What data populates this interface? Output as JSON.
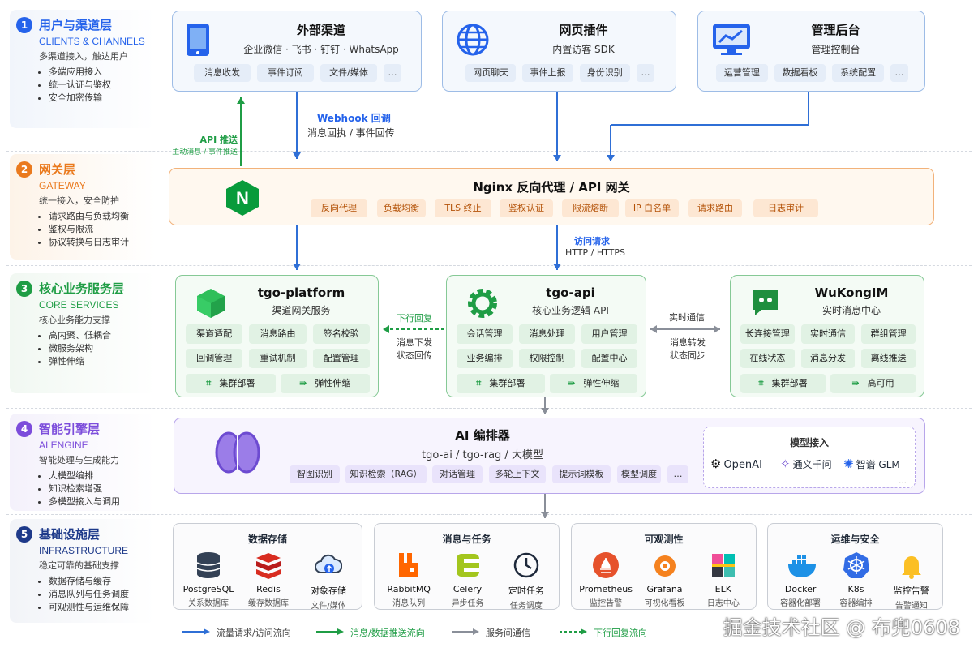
{
  "layers": [
    {
      "num": "1",
      "title": "用户与渠道层",
      "en": "CLIENTS & CHANNELS",
      "desc": "多渠道接入，触达用户",
      "bullets": [
        "多端应用接入",
        "统一认证与鉴权",
        "安全加密传输"
      ],
      "color": "#2563eb"
    },
    {
      "num": "2",
      "title": "网关层",
      "en": "GATEWAY",
      "desc": "统一接入，安全防护",
      "bullets": [
        "请求路由与负载均衡",
        "鉴权与限流",
        "协议转换与日志审计"
      ],
      "color": "#ea7a1e"
    },
    {
      "num": "3",
      "title": "核心业务服务层",
      "en": "CORE SERVICES",
      "desc": "核心业务能力支撑",
      "bullets": [
        "高内聚、低耦合",
        "微服务架构",
        "弹性伸缩"
      ],
      "color": "#1f9d45"
    },
    {
      "num": "4",
      "title": "智能引擎层",
      "en": "AI ENGINE",
      "desc": "智能处理与生成能力",
      "bullets": [
        "大模型编排",
        "知识检索增强",
        "多模型接入与调用"
      ],
      "color": "#7c4ddb"
    },
    {
      "num": "5",
      "title": "基础设施层",
      "en": "INFRASTRUCTURE",
      "desc": "稳定可靠的基础支撑",
      "bullets": [
        "数据存储与缓存",
        "消息队列与任务调度",
        "可观测性与运维保障"
      ],
      "color": "#1e3a8a"
    }
  ],
  "channels": [
    {
      "title": "外部渠道",
      "subtitle": "企业微信 · 飞书 · 钉钉 · WhatsApp",
      "tags": [
        "消息收发",
        "事件订阅",
        "文件/媒体",
        "…"
      ],
      "icon": "mobile-phone-icon"
    },
    {
      "title": "网页插件",
      "subtitle": "内置访客 SDK",
      "tags": [
        "网页聊天",
        "事件上报",
        "身份识别",
        "…"
      ],
      "icon": "globe-icon"
    },
    {
      "title": "管理后台",
      "subtitle": "管理控制台",
      "tags": [
        "运营管理",
        "数据看板",
        "系统配置",
        "…"
      ],
      "icon": "monitor-dashboard-icon"
    }
  ],
  "gateway": {
    "title": "Nginx 反向代理 / API 网关",
    "logo": "N",
    "tags": [
      "反向代理",
      "负载均衡",
      "TLS 终止",
      "鉴权认证",
      "限流熔断",
      "IP 白名单",
      "请求路由",
      "日志审计"
    ]
  },
  "flows": {
    "api_push": "API 推送",
    "api_push_sub": "主动消息 / 事件推送",
    "webhook": "Webhook 回调",
    "webhook_sub": "消息回执 / 事件回传",
    "access": "访问请求",
    "access_sub": "HTTP / HTTPS",
    "downlink": "下行回复",
    "downlink_sub1": "消息下发",
    "downlink_sub2": "状态回传",
    "realtime": "实时通信",
    "realtime_sub1": "消息转发",
    "realtime_sub2": "状态同步"
  },
  "core": [
    {
      "title": "tgo-platform",
      "subtitle": "渠道网关服务",
      "tags": [
        "渠道适配",
        "消息路由",
        "签名校验",
        "回调管理",
        "重试机制",
        "配置管理"
      ],
      "footer": [
        "集群部署",
        "弹性伸缩"
      ],
      "icon": "cube-icon"
    },
    {
      "title": "tgo-api",
      "subtitle": "核心业务逻辑 API",
      "tags": [
        "会话管理",
        "消息处理",
        "用户管理",
        "业务编排",
        "权限控制",
        "配置中心"
      ],
      "footer": [
        "集群部署",
        "弹性伸缩"
      ],
      "icon": "gear-icon"
    },
    {
      "title": "WuKongIM",
      "subtitle": "实时消息中心",
      "tags": [
        "长连接管理",
        "实时通信",
        "群组管理",
        "在线状态",
        "消息分发",
        "离线推送"
      ],
      "footer": [
        "集群部署",
        "高可用"
      ],
      "icon": "chat-bubble-icon"
    }
  ],
  "ai": {
    "title": "AI 编排器",
    "subtitle": "tgo-ai / tgo-rag / 大模型",
    "tags": [
      "智图识别",
      "知识检索（RAG）",
      "对话管理",
      "多轮上下文",
      "提示词模板",
      "模型调度",
      "…"
    ],
    "models_title": "模型接入",
    "models": [
      "OpenAI",
      "通义千问",
      "智谱 GLM"
    ],
    "models_more": "…"
  },
  "infra": [
    {
      "title": "数据存储",
      "items": [
        {
          "name": "PostgreSQL",
          "desc": "关系数据库",
          "icon": "database-icon",
          "color": "#334155"
        },
        {
          "name": "Redis",
          "desc": "缓存数据库",
          "icon": "redis-icon",
          "color": "#d82c20"
        },
        {
          "name": "对象存储",
          "desc": "文件/媒体",
          "icon": "cloud-upload-icon",
          "color": "#2563eb"
        }
      ]
    },
    {
      "title": "消息与任务",
      "items": [
        {
          "name": "RabbitMQ",
          "desc": "消息队列",
          "icon": "rabbitmq-icon",
          "color": "#ff6600"
        },
        {
          "name": "Celery",
          "desc": "异步任务",
          "icon": "celery-icon",
          "color": "#a3c61e"
        },
        {
          "name": "定时任务",
          "desc": "任务调度",
          "icon": "clock-icon",
          "color": "#1e293b"
        }
      ]
    },
    {
      "title": "可观测性",
      "items": [
        {
          "name": "Prometheus",
          "desc": "监控告警",
          "icon": "prometheus-icon",
          "color": "#e6522c"
        },
        {
          "name": "Grafana",
          "desc": "可视化看板",
          "icon": "grafana-icon",
          "color": "#f5821f"
        },
        {
          "name": "ELK",
          "desc": "日志中心",
          "icon": "elk-icon",
          "color": "#00bfb3"
        }
      ]
    },
    {
      "title": "运维与安全",
      "items": [
        {
          "name": "Docker",
          "desc": "容器化部署",
          "icon": "docker-icon",
          "color": "#1d91e6"
        },
        {
          "name": "K8s",
          "desc": "容器编排",
          "icon": "kubernetes-icon",
          "color": "#326ce5"
        },
        {
          "name": "监控告警",
          "desc": "告警通知",
          "icon": "bell-icon",
          "color": "#fbbf24"
        }
      ]
    }
  ],
  "legend": [
    {
      "label": "流量请求/访问流向",
      "color": "#2f6fd6",
      "style": "solid"
    },
    {
      "label": "消息/数据推送流向",
      "color": "#1f9d45",
      "style": "solid"
    },
    {
      "label": "服务间通信",
      "color": "#8a8f99",
      "style": "solid"
    },
    {
      "label": "下行回复流向",
      "color": "#1f9d45",
      "style": "dashed"
    }
  ],
  "watermark": "掘金技术社区 @ 布兜0608"
}
